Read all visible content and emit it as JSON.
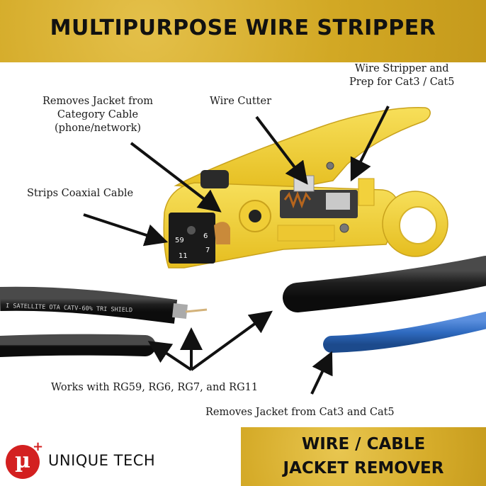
{
  "header": {
    "title": "MULTIPURPOSE WIRE STRIPPER"
  },
  "callouts": {
    "jacket_category": [
      "Removes Jacket from",
      "Category Cable",
      "(phone/network)"
    ],
    "wire_cutter": "Wire Cutter",
    "stripper_prep": [
      "Wire Stripper and",
      "Prep for Cat3 / Cat5"
    ],
    "coax": "Strips Coaxial Cable",
    "rg_types": "Works with RG59, RG6, RG7, and RG11",
    "cat_jacket": "Removes Jacket from Cat3 and Cat5"
  },
  "tool_markings": {
    "a": "59",
    "b": "6",
    "c": "11",
    "d": "7"
  },
  "cable_printing": "I SATELLITE OTA CATV-60% TRI SHIELD",
  "footer": {
    "brand": "UNIQUE TECH",
    "logo_glyph": "µ",
    "logo_plus": "+",
    "line1": "WIRE / CABLE",
    "line2": "JACKET REMOVER"
  },
  "colors": {
    "banner": "#d2a824",
    "tool_yellow": "#f3d23a",
    "logo_red": "#d32020",
    "blue_wire": "#2f6bc0"
  }
}
